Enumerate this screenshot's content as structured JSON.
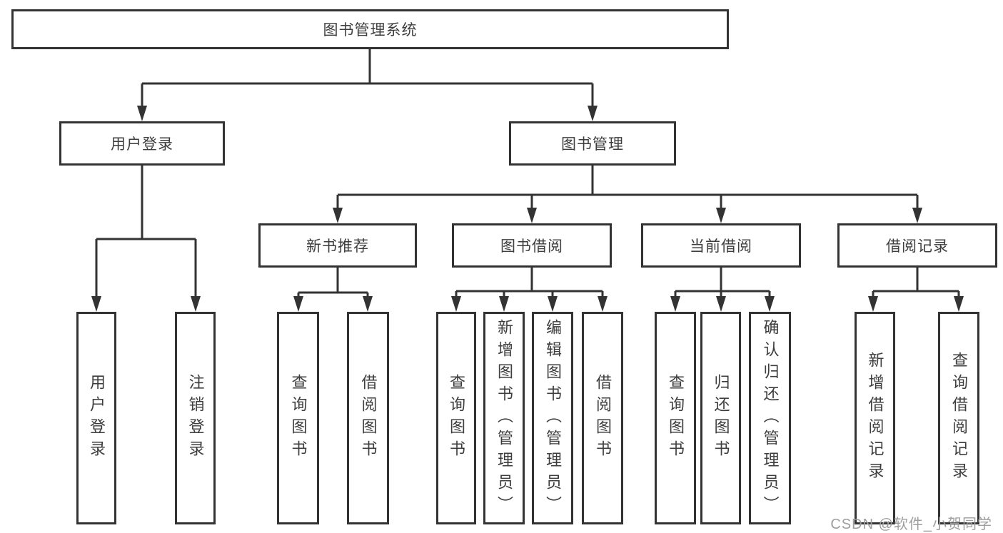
{
  "colors": {
    "background": "#ffffff",
    "line": "#333333",
    "text": "#3d3d3d",
    "watermark": "#9e9e9e"
  },
  "watermark": {
    "text": "CSDN @软件_小贺同学"
  },
  "diagram": {
    "type": "tree",
    "tree": {
      "label": "图书管理系统",
      "children": [
        {
          "label": "用户登录",
          "children": [
            {
              "label": "用户登录"
            },
            {
              "label": "注销登录"
            }
          ]
        },
        {
          "label": "图书管理",
          "children": [
            {
              "label": "新书推荐",
              "children": [
                {
                  "label": "查询图书"
                },
                {
                  "label": "借阅图书"
                }
              ]
            },
            {
              "label": "图书借阅",
              "children": [
                {
                  "label": "查询图书"
                },
                {
                  "label": "新增图书（管理员）"
                },
                {
                  "label": "编辑图书（管理员）"
                },
                {
                  "label": "借阅图书"
                }
              ]
            },
            {
              "label": "当前借阅",
              "children": [
                {
                  "label": "查询图书"
                },
                {
                  "label": "归还图书"
                },
                {
                  "label": "确认归还（管理员）"
                }
              ]
            },
            {
              "label": "借阅记录",
              "children": [
                {
                  "label": "新增借阅记录"
                },
                {
                  "label": "查询借阅记录"
                }
              ]
            }
          ]
        }
      ]
    }
  }
}
